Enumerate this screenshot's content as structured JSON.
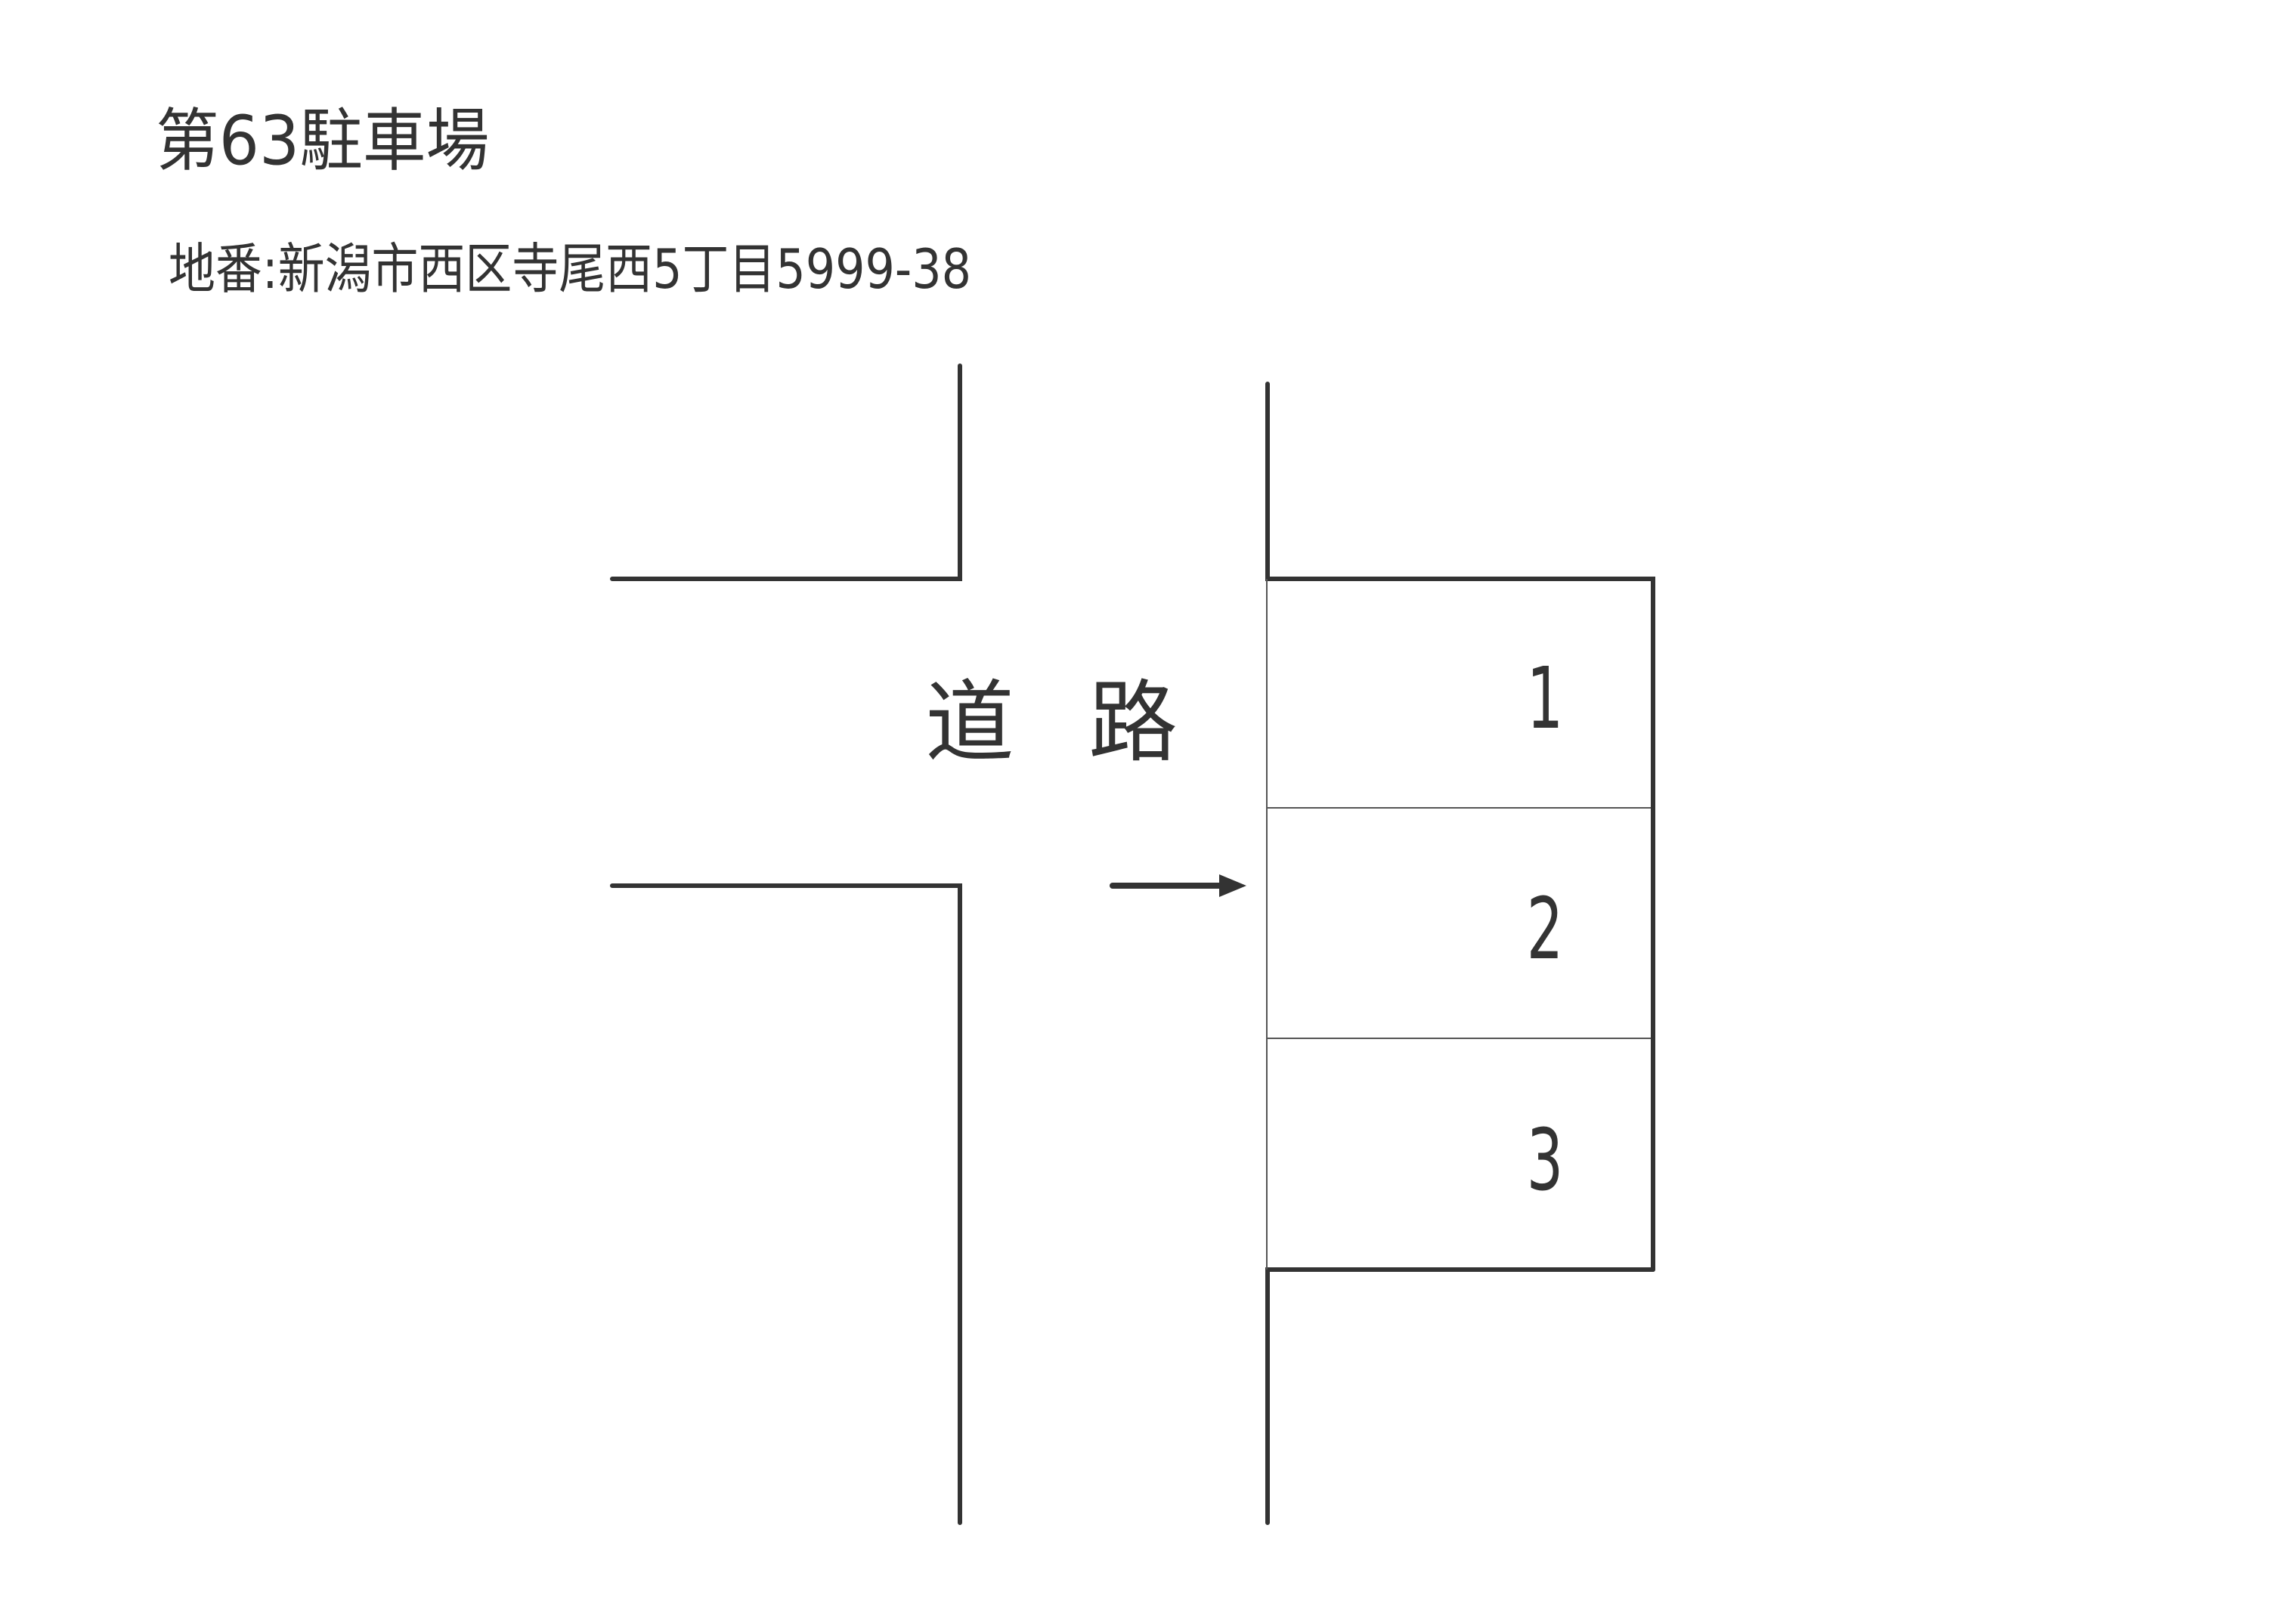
{
  "document": {
    "title": "第63駐車場",
    "address_label": "地番",
    "address_separator": ":",
    "address_value": "新潟市西区寺尾西5丁目5999-38"
  },
  "map": {
    "road": {
      "label_chars": [
        "道",
        "路"
      ],
      "label": "道路"
    },
    "entrance_arrow": {
      "direction": "right",
      "icon": "arrow-right-icon"
    },
    "parking_spaces": [
      {
        "number": "1"
      },
      {
        "number": "2"
      },
      {
        "number": "3"
      }
    ],
    "colors": {
      "ink": "#333333",
      "thin_line": "#555555",
      "background": "#ffffff"
    }
  }
}
